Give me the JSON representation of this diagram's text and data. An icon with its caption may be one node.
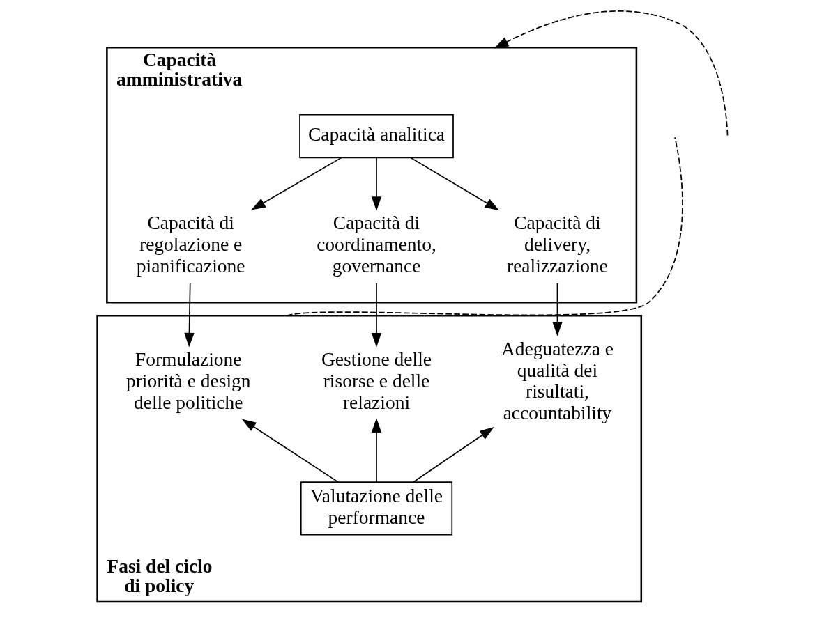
{
  "diagram": {
    "nodes": [
      {
        "text": [
          "Capacità amministrativa"
        ]
      },
      {
        "text": [
          "Capacità analitica"
        ],
        "in": 0
      },
      {
        "text": [
          "Capacità di regolazione e pianificazione"
        ],
        "in": 0
      },
      {
        "text": [
          "Capacità di coordinamento, governance"
        ],
        "in": 0
      },
      {
        "text": [
          "Capacità di delivery, realizzazione"
        ],
        "in": 0
      },
      {
        "text": [
          "Fasi del ciclo di policy"
        ]
      },
      {
        "text": [
          "Formulazione priorità e design delle politiche"
        ],
        "in": 5
      },
      {
        "text": [
          "Gestione delle risorse e delle relazioni"
        ],
        "in": 5
      },
      {
        "text": [
          "Adeguatezza e qualità dei risultati, accountability"
        ],
        "in": 5
      },
      {
        "text": [
          "Valutazione delle performance"
        ],
        "in": 5
      }
    ],
    "edges": [
      {
        "from": 1,
        "to": 2,
        "arrow": "to"
      },
      {
        "from": 1,
        "to": 3,
        "arrow": "to"
      },
      {
        "from": 1,
        "to": 4,
        "arrow": "to"
      },
      {
        "from": 2,
        "to": 6,
        "arrow": "to"
      },
      {
        "from": 3,
        "to": 7,
        "arrow": "to"
      },
      {
        "from": 4,
        "to": 8,
        "arrow": "to"
      },
      {
        "from": 9,
        "to": 6,
        "arrow": "to"
      },
      {
        "from": 9,
        "to": 7,
        "arrow": "to"
      },
      {
        "from": 9,
        "to": 8,
        "arrow": "to"
      },
      {
        "from": null,
        "to": 0,
        "arrow": "to",
        "style": "dashed"
      },
      {
        "from": 5,
        "to": null,
        "arrow": "none",
        "style": "dashed"
      }
    ]
  }
}
